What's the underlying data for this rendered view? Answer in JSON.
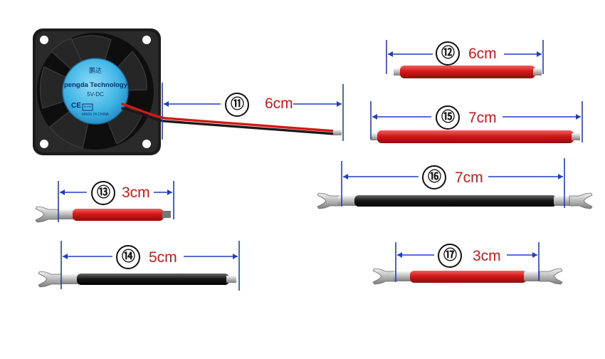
{
  "fan": {
    "brand_chinese": "鹏达",
    "brand_line": "pengda Technology",
    "voltage": "5V-DC",
    "mark_ce": "CE",
    "mark_rohs": "RoHS",
    "made_in": "MADE IN CHINA"
  },
  "cables": [
    {
      "id": "11",
      "number": "⑪",
      "length": "6cm",
      "color": "#d41818"
    },
    {
      "id": "12",
      "number": "⑫",
      "length": "6cm",
      "color": "#d41818"
    },
    {
      "id": "13",
      "number": "⑬",
      "length": "3cm",
      "color": "#d41818"
    },
    {
      "id": "14",
      "number": "⑭",
      "length": "5cm",
      "color": "#1a1a1a"
    },
    {
      "id": "15",
      "number": "⑮",
      "length": "7cm",
      "color": "#d41818"
    },
    {
      "id": "16",
      "number": "⑯",
      "length": "7cm",
      "color": "#1a1a1a"
    },
    {
      "id": "17",
      "number": "⑰",
      "length": "3cm",
      "color": "#d41818"
    }
  ],
  "colors": {
    "dimension_line": "#1f3fbf",
    "label_number": "#111111",
    "label_length": "#d01818",
    "fan_body": "#1b1b1b",
    "fan_sticker": "#42b7e6"
  }
}
